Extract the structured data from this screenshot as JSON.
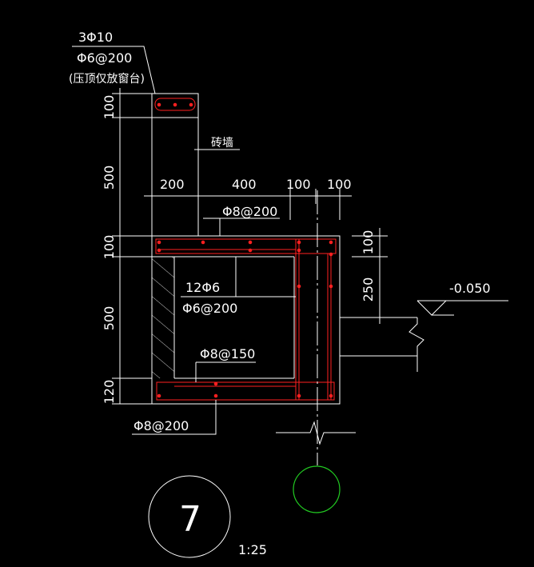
{
  "colors": {
    "background": "#000000",
    "line": "#ffffff",
    "rebar": "#ff2020",
    "marker": "#22cc22"
  },
  "labels": {
    "top_rebar": "3Φ10",
    "top_stirrup": "Φ6@200",
    "top_note": "(压顶仅放窗台)",
    "brick_wall": "砖墙",
    "beam_top_bar": "Φ8@200",
    "beam_main_bar": "12Φ6",
    "beam_stirrup": "Φ6@200",
    "bottom_bar": "Φ8@150",
    "base_bar": "Φ8@200",
    "level": "-0.050",
    "detail_number": "7",
    "scale": "1:25"
  },
  "dimensions": {
    "vertical": [
      "100",
      "500",
      "100",
      "500",
      "120"
    ],
    "horizontal": [
      "200",
      "400",
      "100",
      "100"
    ],
    "right": [
      "100",
      "250"
    ]
  }
}
